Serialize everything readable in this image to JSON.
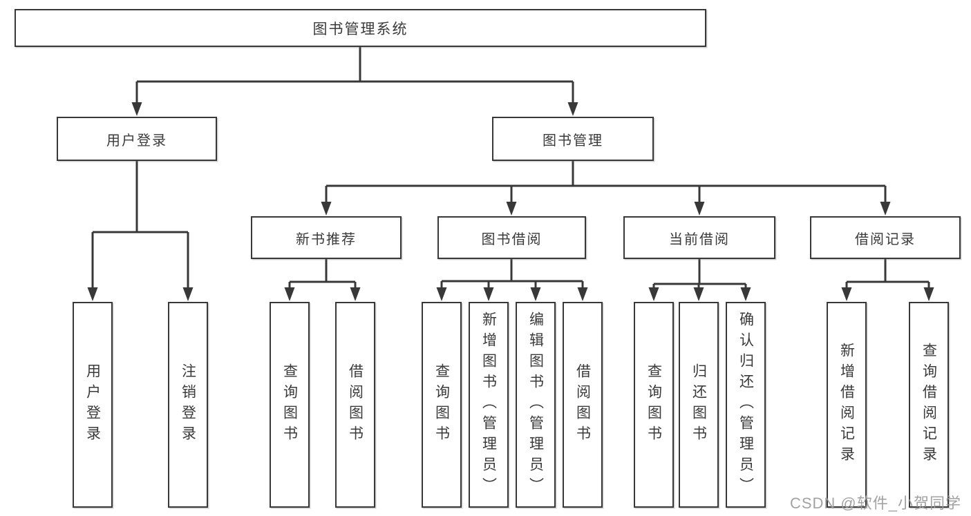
{
  "tree": {
    "root": "图书管理系统",
    "login": {
      "label": "用户登录",
      "children": [
        "用户登录",
        "注销登录"
      ]
    },
    "mgmt": {
      "label": "图书管理",
      "groups": [
        {
          "label": "新书推荐",
          "children": [
            "查询图书",
            "借阅图书"
          ]
        },
        {
          "label": "图书借阅",
          "children": [
            "查询图书",
            "新增图书（管理员）",
            "编辑图书（管理员）",
            "借阅图书"
          ]
        },
        {
          "label": "当前借阅",
          "children": [
            "查询图书",
            "归还图书",
            "确认归还（管理员）"
          ]
        },
        {
          "label": "借阅记录",
          "children": [
            "新增借阅记录",
            "查询借阅记录"
          ]
        }
      ]
    }
  },
  "watermark": {
    "text": "CSDN @软件_小贺同学"
  },
  "colors": {
    "line": "#383838",
    "text": "#3a3a3a",
    "watermark": "#9b9b9b",
    "background": "#ffffff"
  }
}
